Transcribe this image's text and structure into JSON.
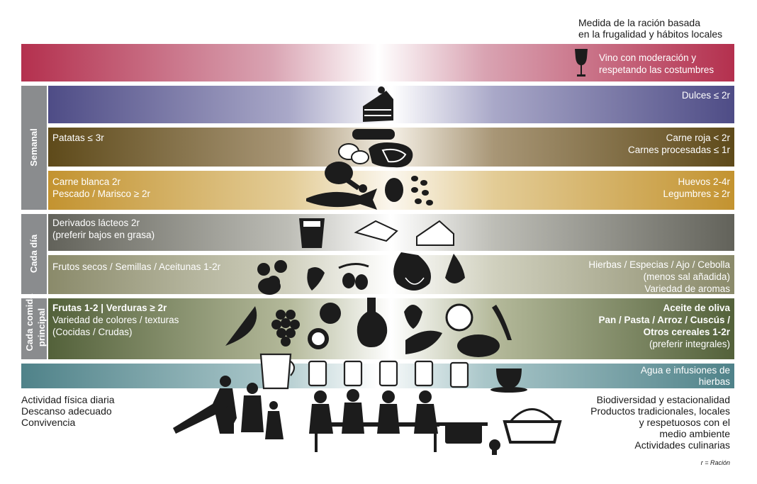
{
  "header": {
    "line1": "Medida de la ración basada",
    "line2": "en la frugalidad y hábitos locales"
  },
  "wine": {
    "line1": "Vino con moderación y",
    "line2": "respetando las costumbres"
  },
  "sections": {
    "semanal": "Semanal",
    "cada_dia": "Cada día",
    "cada_comida_1": "Cada comida",
    "cada_comida_2": "principal"
  },
  "dulces": "Dulces ≤ 2r",
  "patatas": "Patatas ≤ 3r",
  "carne_roja": "Carne roja < 2r",
  "carnes_procesadas": "Carnes procesadas ≤ 1r",
  "carne_blanca": "Carne blanca 2r",
  "pescado": "Pescado / Marisco ≥ 2r",
  "huevos": "Huevos 2-4r",
  "legumbres": "Legumbres ≥ 2r",
  "lacteos_1": "Derivados lácteos 2r",
  "lacteos_2": "(preferir bajos en grasa)",
  "frutos_secos": "Frutos secos / Semillas / Aceitunas 1-2r",
  "hierbas_1": "Hierbas / Especias / Ajo / Cebolla",
  "hierbas_2": "(menos sal añadida)",
  "hierbas_3": "Variedad de aromas",
  "frutas_1": "Frutas 1-2 | Verduras ≥ 2r",
  "frutas_2": "Variedad de colores / texturas",
  "frutas_3": "(Cocidas / Crudas)",
  "aceite": "Aceite de oliva",
  "pan": "Pan / Pasta / Arroz / Cuscús /",
  "cereales": "Otros cereales 1-2r",
  "integrales": "(preferir integrales)",
  "agua_1": "Agua e infusiones de",
  "agua_2": "hierbas",
  "bottom_left": [
    "Actividad física diaria",
    "Descanso adecuado",
    "Convivencia"
  ],
  "bottom_right": [
    "Biodiversidad y estacionalidad",
    "Productos tradicionales, locales",
    "y respetuosos con el",
    "medio ambiente",
    "Actividades culinarias"
  ],
  "footnote": "r = Ración",
  "colors": {
    "wine": "#b4304e",
    "dulces": "#4e4c86",
    "patatas": "#5e4a1a",
    "legumbres": "#c89a32",
    "lacteos": "#6b6b62",
    "frutos": "#8c8c6c",
    "frutas": "#5c6a3a",
    "agua": "#5a8a90",
    "side": "#8a8c8e"
  }
}
